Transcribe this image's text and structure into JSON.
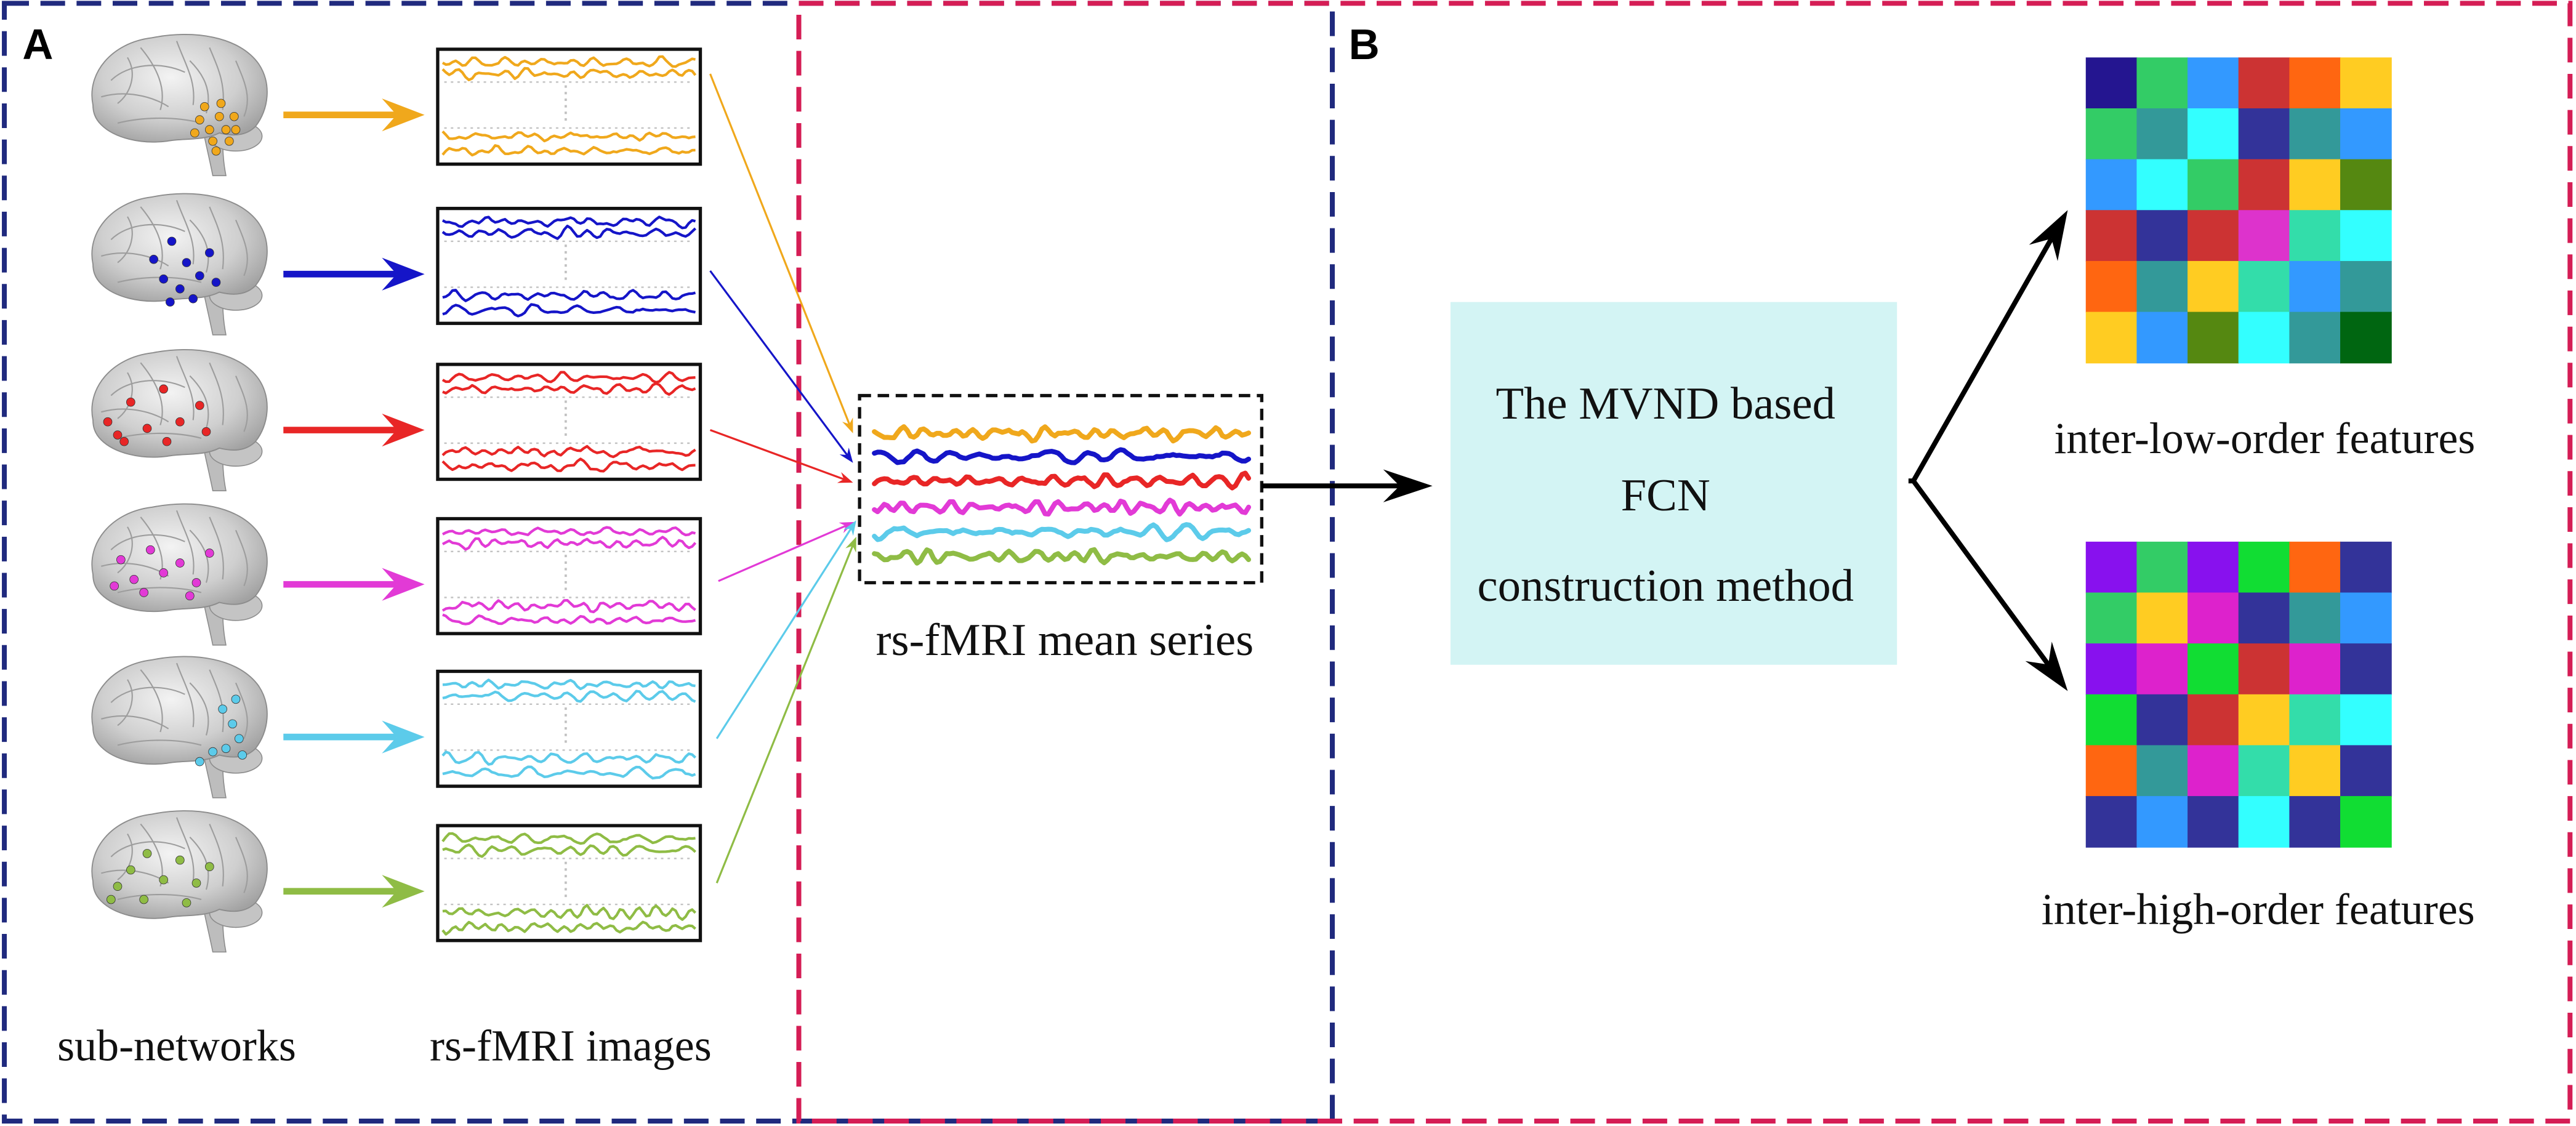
{
  "panels": {
    "a": {
      "label": "A",
      "color": "#202a7e"
    },
    "b": {
      "label": "B",
      "color": "#d51d55"
    }
  },
  "subnetwork_colors": [
    "#f0a81c",
    "#1515c8",
    "#e82626",
    "#e23ad6",
    "#5ccbea",
    "#8fbc45"
  ],
  "labels": {
    "sub_networks": "sub-networks",
    "rs_fmri_images": "rs-fMRI images",
    "mean_series": "rs-fMRI mean series",
    "method_line1": "The MVND based",
    "method_line2": "FCN",
    "method_line3": "construction method",
    "low_order": "inter-low-order features",
    "high_order": "inter-high-order features"
  },
  "method_box_color": "#d3f4f4",
  "matrices": {
    "low_order": [
      [
        "#241590",
        "#33cc66",
        "#3399ff",
        "#cc3333",
        "#ff6611",
        "#ffcc22"
      ],
      [
        "#33cc66",
        "#339999",
        "#33ffff",
        "#333399",
        "#339999",
        "#3399ff"
      ],
      [
        "#3399ff",
        "#33ffff",
        "#33cc66",
        "#cc3333",
        "#ffcc22",
        "#558811"
      ],
      [
        "#cc3333",
        "#333399",
        "#cc3333",
        "#dd33cc",
        "#33ddaa",
        "#33ffff"
      ],
      [
        "#ff6611",
        "#339999",
        "#ffcc22",
        "#33ddaa",
        "#3399ff",
        "#339999"
      ],
      [
        "#ffcc22",
        "#3399ff",
        "#558811",
        "#33ffff",
        "#339999",
        "#006611"
      ]
    ],
    "high_order": [
      [
        "#8811ee",
        "#33cc66",
        "#8811ee",
        "#11dd33",
        "#ff6611",
        "#333399"
      ],
      [
        "#33cc66",
        "#ffcc22",
        "#dd22cc",
        "#333399",
        "#339999",
        "#3399ff"
      ],
      [
        "#8811ee",
        "#dd22cc",
        "#11dd33",
        "#cc3333",
        "#dd22cc",
        "#333399"
      ],
      [
        "#11dd33",
        "#333399",
        "#cc3333",
        "#ffcc22",
        "#33ddaa",
        "#33ffff"
      ],
      [
        "#ff6611",
        "#339999",
        "#dd22cc",
        "#33ddaa",
        "#ffcc22",
        "#333399"
      ],
      [
        "#333399",
        "#3399ff",
        "#333399",
        "#33ffff",
        "#333399",
        "#11dd33"
      ]
    ]
  }
}
